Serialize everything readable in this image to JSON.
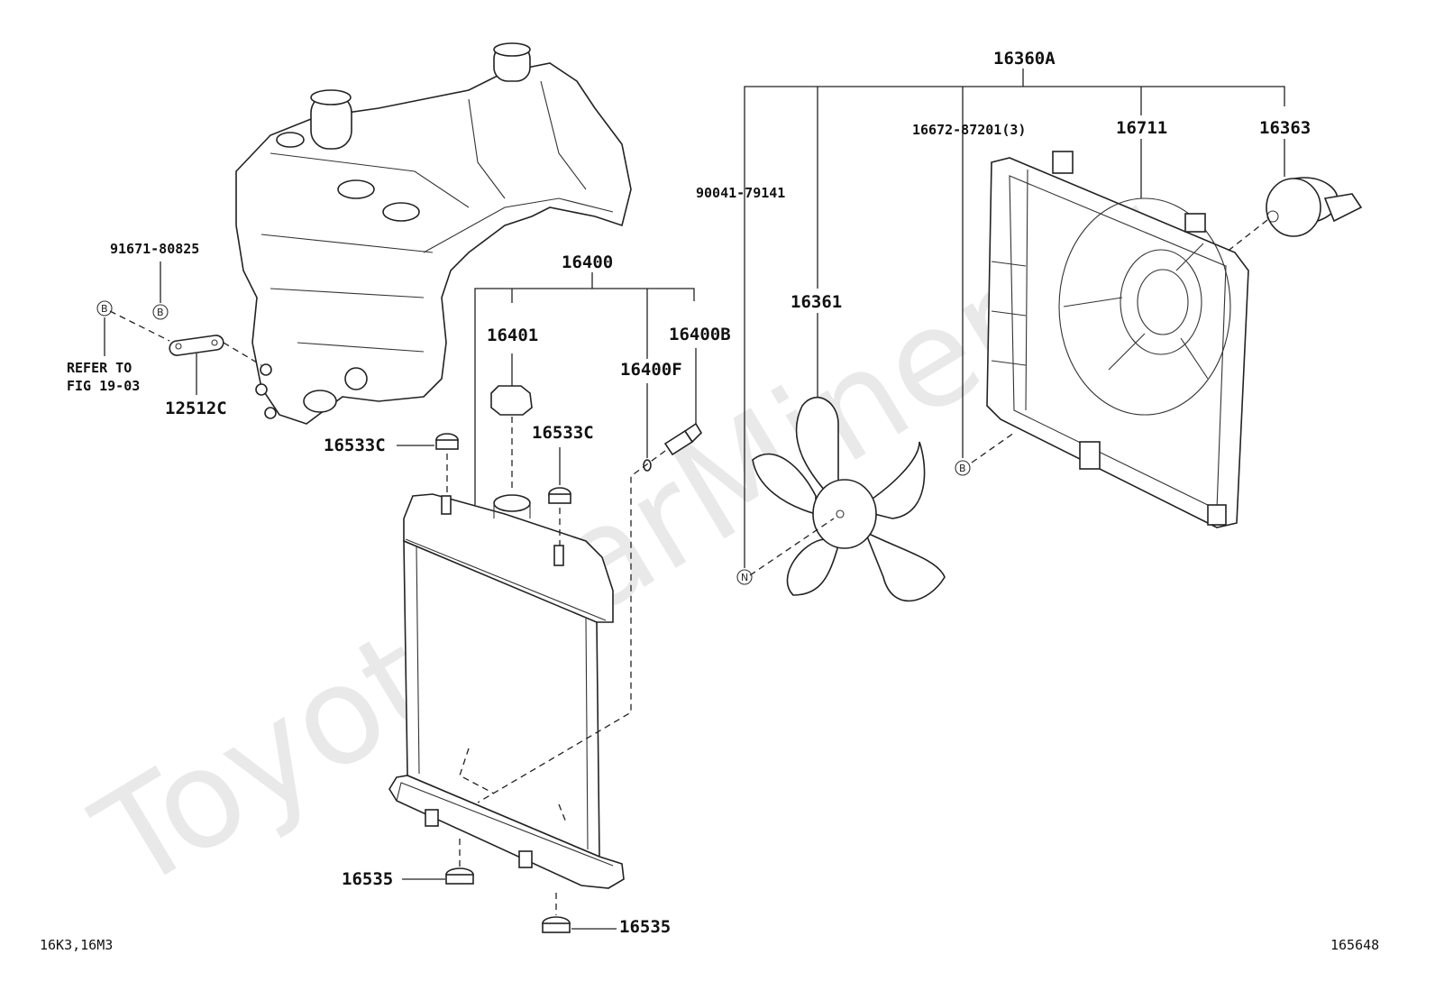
{
  "watermark": "ToyotaCarMiner.ru",
  "footer": {
    "left_code": "16K3,16M3",
    "right_code": "165648"
  },
  "labels": {
    "p16360A": "16360A",
    "p16672": "16672-87201(3)",
    "p16711": "16711",
    "p16363": "16363",
    "p90041": "90041-79141",
    "p16361": "16361",
    "p91671": "91671-80825",
    "p16400": "16400",
    "p16401": "16401",
    "p16400B": "16400B",
    "p16400F": "16400F",
    "p16533C_left": "16533C",
    "p16533C_right": "16533C",
    "p12512C": "12512C",
    "refer_line1": "REFER TO",
    "refer_line2": "FIG 19-03",
    "p16535_left": "16535",
    "p16535_bottom": "16535"
  },
  "markers": {
    "b": "B",
    "n": "N"
  }
}
